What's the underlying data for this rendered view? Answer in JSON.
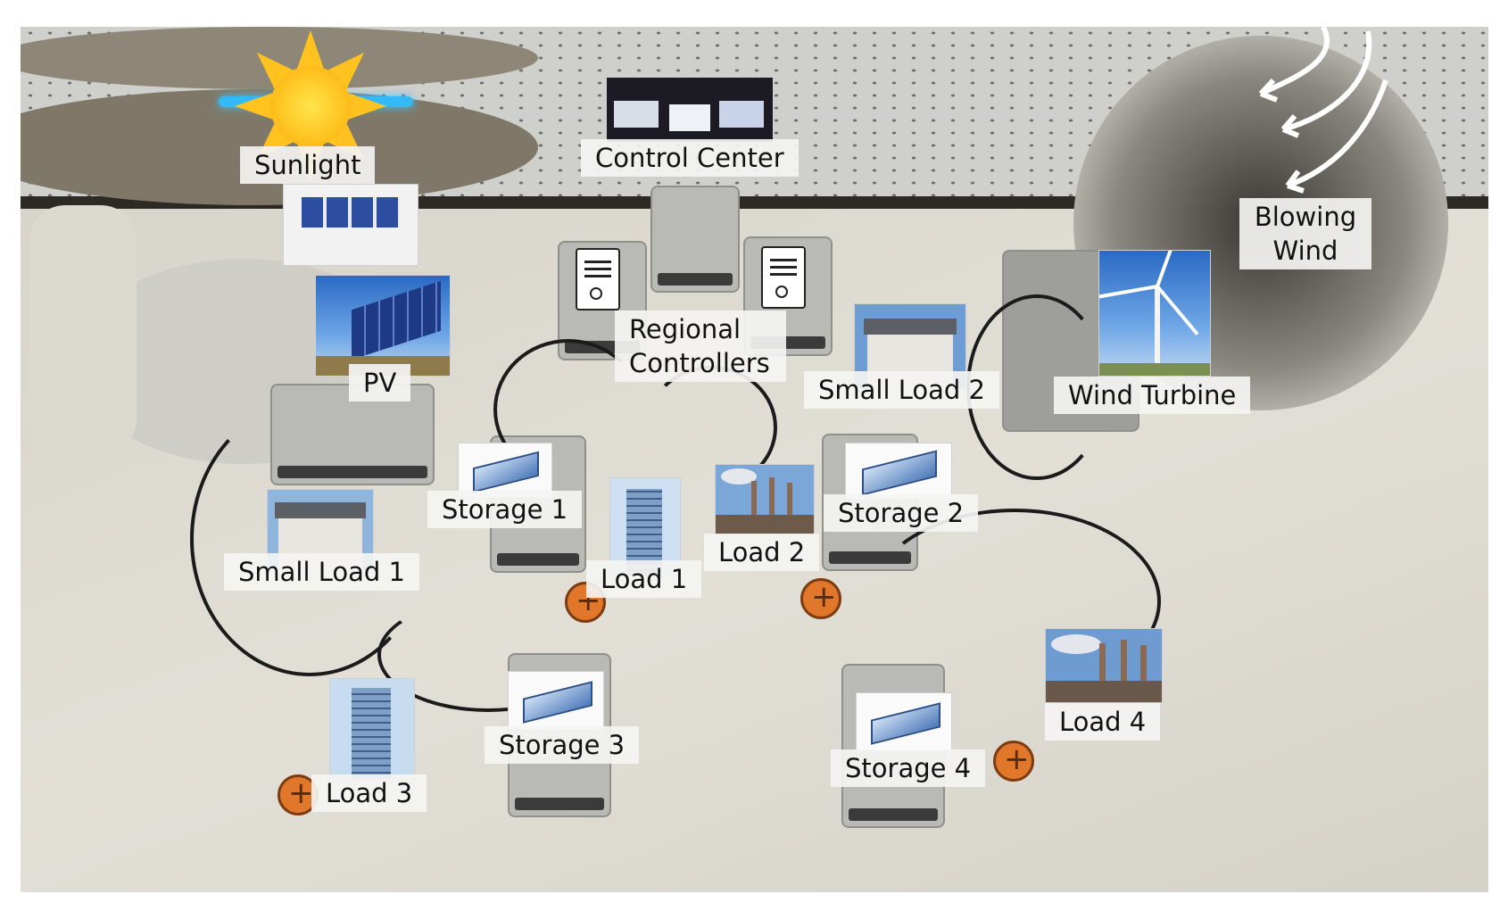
{
  "labels": {
    "sunlight": "Sunlight",
    "control_center": "Control Center",
    "blowing_wind": "Blowing Wind",
    "pv": "PV",
    "regional_controllers": "Regional Controllers",
    "small_load_2": "Small Load 2",
    "wind_turbine": "Wind Turbine",
    "storage_1": "Storage 1",
    "load_2": "Load 2",
    "storage_2": "Storage 2",
    "small_load_1": "Small Load 1",
    "load_1": "Load 1",
    "storage_3": "Storage 3",
    "storage_4": "Storage 4",
    "load_4": "Load 4",
    "load_3": "Load 3"
  },
  "icons": [
    "sun-icon",
    "server-icon",
    "wind-arrow-icon",
    "solar-panel-icon",
    "house-icon",
    "office-tower-icon",
    "factory-icon",
    "storage-container-icon",
    "wind-turbine-icon"
  ],
  "colors": {
    "label_bg": "#f4f4f2",
    "label_text": "#111111",
    "lamp_glow": "#33b9f5",
    "sun": "#ffc21f"
  }
}
